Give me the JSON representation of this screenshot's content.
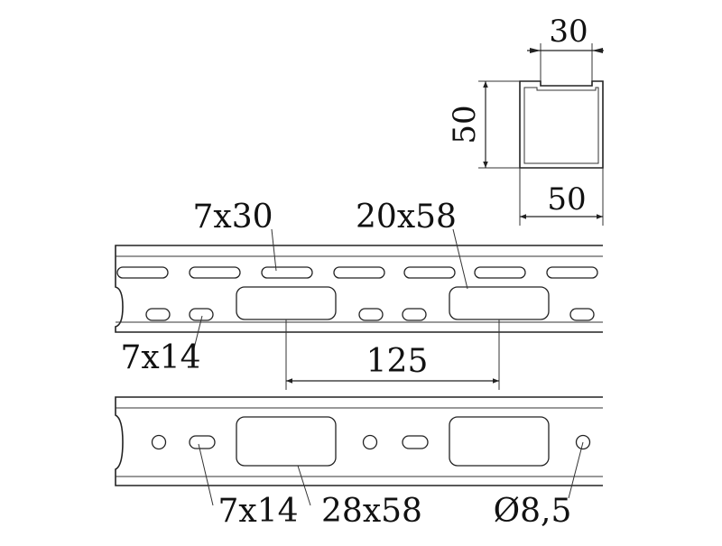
{
  "profile_section": {
    "top_width": "30",
    "height": "50",
    "bottom_width": "50"
  },
  "rail_top": {
    "slot_long_label": "7x30",
    "cutout_label": "20x58",
    "slot_short_label": "7x14",
    "spacing_label": "125"
  },
  "rail_bottom": {
    "slot_short_label": "7x14",
    "cutout_label": "28x58",
    "round_hole_label": "Ø8,5"
  }
}
